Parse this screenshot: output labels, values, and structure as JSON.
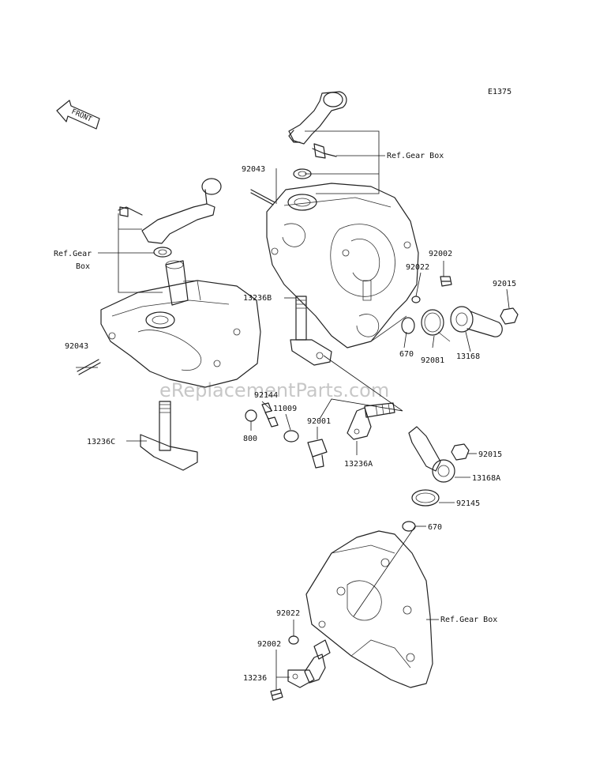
{
  "diagram": {
    "code": "E1375",
    "front_label": "FRONT",
    "watermark": "eReplacementParts.com",
    "labels": {
      "ref_gear_box_top": "Ref.Gear Box",
      "ref_gear_box_left_1": "Ref.Gear",
      "ref_gear_box_left_2": "Box",
      "ref_gear_box_bottom": "Ref.Gear Box",
      "p92043_top": "92043",
      "p92043_left": "92043",
      "p13236B": "13236B",
      "p92022_top": "92022",
      "p92002_top": "92002",
      "p92015_top": "92015",
      "p670_top": "670",
      "p92081": "92081",
      "p13168": "13168",
      "p92144": "92144",
      "p11009": "11009",
      "p92001": "92001",
      "p800": "800",
      "p13236C": "13236C",
      "p13236A": "13236A",
      "p92015_mid": "92015",
      "p13168A": "13168A",
      "p92145": "92145",
      "p670_mid": "670",
      "p92022_bottom": "92022",
      "p92002_bottom": "92002",
      "p13236": "13236"
    }
  }
}
